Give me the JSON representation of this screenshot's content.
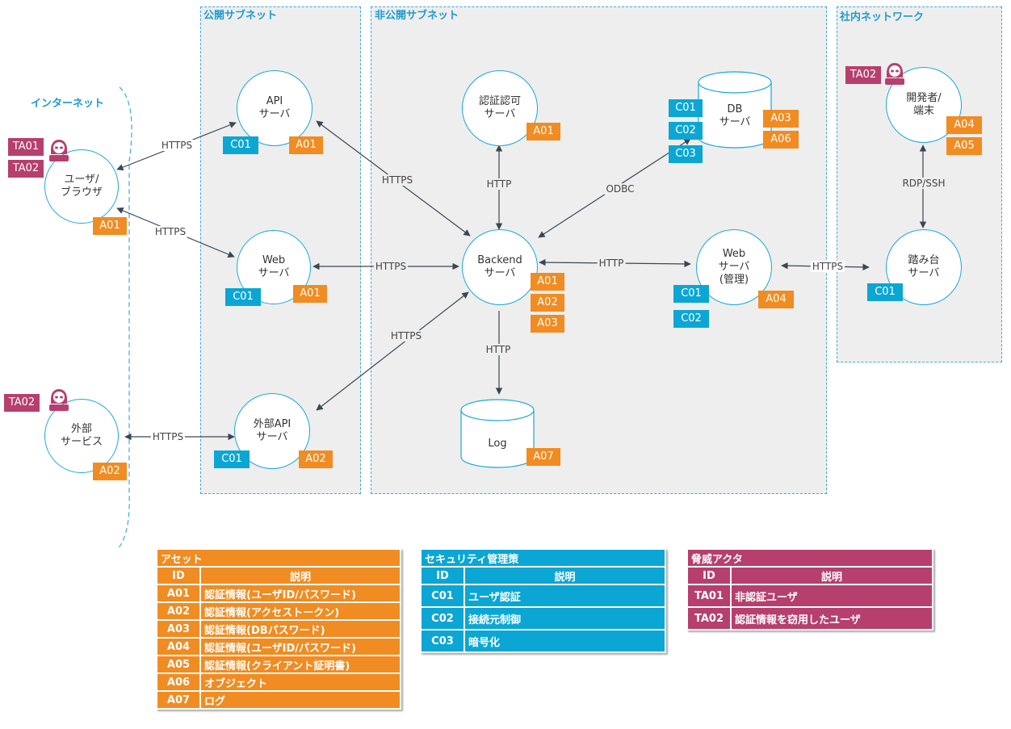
{
  "zones": {
    "public_subnet": "公開サブネット",
    "private_subnet": "非公開サブネット",
    "corporate_network": "社内ネットワーク",
    "internet": "インターネット"
  },
  "nodes": {
    "user_browser": "ユーザ/\nブラウザ",
    "external_service": "外部\nサービス",
    "api_server": "API\nサーバ",
    "web_server": "Web\nサーバ",
    "external_api_server": "外部API\nサーバ",
    "auth_server": "認証認可\nサーバ",
    "backend_server": "Backend\nサーバ",
    "db_server": "DB\nサーバ",
    "log": "Log",
    "web_admin_server": "Web\nサーバ\n(管理)",
    "developer_terminal": "開発者/\n端末",
    "bastion_server": "踏み台\nサーバ"
  },
  "badges": {
    "user_ta01": "TA01",
    "user_ta02": "TA02",
    "user_a01": "A01",
    "ext_ta02": "TA02",
    "ext_a02": "A02",
    "api_c01": "C01",
    "api_a01": "A01",
    "web_c01": "C01",
    "web_a01": "A01",
    "extapi_c01": "C01",
    "extapi_a02": "A02",
    "auth_a01": "A01",
    "backend_a01": "A01",
    "backend_a02": "A02",
    "backend_a03": "A03",
    "db_c01": "C01",
    "db_c02": "C02",
    "db_c03": "C03",
    "db_a03": "A03",
    "db_a06": "A06",
    "log_a07": "A07",
    "webadmin_c01": "C01",
    "webadmin_c02": "C02",
    "webadmin_a04": "A04",
    "dev_ta02": "TA02",
    "dev_a04": "A04",
    "dev_a05": "A05",
    "bastion_c01": "C01"
  },
  "edges": {
    "user_api": "HTTPS",
    "user_web": "HTTPS",
    "ext_extapi": "HTTPS",
    "api_backend": "HTTPS",
    "web_backend": "HTTPS",
    "extapi_backend": "HTTPS",
    "auth_backend": "HTTP",
    "backend_log": "HTTP",
    "db_backend": "ODBC",
    "backend_webadmin": "HTTP",
    "webadmin_bastion": "HTTPS",
    "dev_bastion": "RDP/SSH"
  },
  "legend_assets": {
    "title": "アセット",
    "col_id": "ID",
    "col_desc": "説明",
    "rows": [
      {
        "id": "A01",
        "desc": "認証情報(ユーザID/パスワード)"
      },
      {
        "id": "A02",
        "desc": "認証情報(アクセストークン)"
      },
      {
        "id": "A03",
        "desc": "認証情報(DBパスワード)"
      },
      {
        "id": "A04",
        "desc": "認証情報(ユーザID/パスワード)"
      },
      {
        "id": "A05",
        "desc": "認証情報(クライアント証明書)"
      },
      {
        "id": "A06",
        "desc": "オブジェクト"
      },
      {
        "id": "A07",
        "desc": "ログ"
      }
    ]
  },
  "legend_controls": {
    "title": "セキュリティ管理策",
    "col_id": "ID",
    "col_desc": "説明",
    "rows": [
      {
        "id": "C01",
        "desc": "ユーザ認証"
      },
      {
        "id": "C02",
        "desc": "接続元制御"
      },
      {
        "id": "C03",
        "desc": "暗号化"
      }
    ]
  },
  "legend_threats": {
    "title": "脅威アクタ",
    "col_id": "ID",
    "col_desc": "説明",
    "rows": [
      {
        "id": "TA01",
        "desc": "非認証ユーザ"
      },
      {
        "id": "TA02",
        "desc": "認証情報を窃用したユーザ"
      }
    ]
  },
  "colors": {
    "asset": "#f08c22",
    "control": "#0ba6d4",
    "threat": "#b63f6d",
    "node_border": "#19a9d5"
  }
}
